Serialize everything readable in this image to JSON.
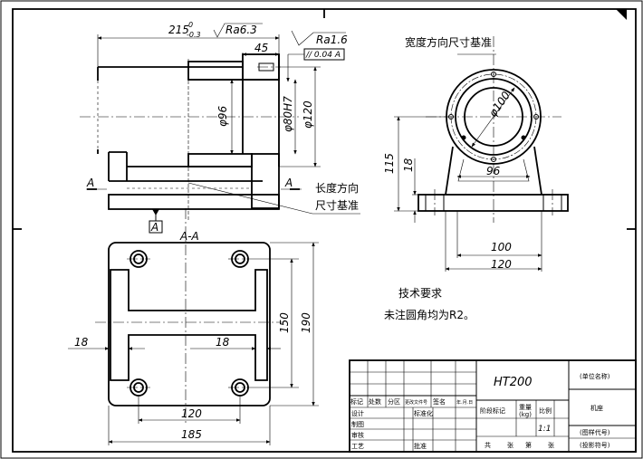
{
  "dimensions": {
    "overall_length": "215",
    "overall_length_tol_upper": "0",
    "overall_length_tol_lower": "-0.3",
    "roughness_top": "Ra6.3",
    "roughness_right": "Ra1.6",
    "flatness_frame": "// 0.04 A",
    "top_offset": "45",
    "bore_96": "φ96",
    "bore_80": "φ80H7",
    "outer_120": "φ120",
    "side_100": "φ100",
    "side_96": "96",
    "side_115": "115",
    "side_18": "18",
    "side_100_w": "100",
    "side_120_w": "120",
    "plan_150": "150",
    "plan_190": "190",
    "plan_18_left": "18",
    "plan_18_mid": "18",
    "plan_120": "120",
    "plan_185": "185"
  },
  "labels": {
    "section_a_left": "A",
    "section_a_right": "A",
    "datum_a": "A",
    "section_name": "A-A",
    "width_datum": "宽度方向尺寸基准",
    "length_datum_1": "长度方向",
    "length_datum_2": "尺寸基准"
  },
  "notes": {
    "title": "技术要求",
    "line1": "未注圆角均为R2。"
  },
  "title_block": {
    "material": "HT200",
    "unit_name": "(单位名称)",
    "part_name": "机座",
    "drawing_no": "(图样代号)",
    "projection": "(投影符号)",
    "mark": "标记",
    "count": "处数",
    "zone": "分区",
    "change_doc": "更改文件号",
    "sign": "签名",
    "date": "年.月.日",
    "design": "设计",
    "standardize": "标准化",
    "drafting": "制图",
    "review": "审核",
    "process": "工艺",
    "approve": "批准",
    "stage_mark": "阶段标记",
    "weight": "重量",
    "weight_unit": "(kg)",
    "scale": "比例",
    "scale_value": "1:1",
    "total": "共",
    "sheets": "张",
    "sheet_no": "第",
    "sheet_unit": "张"
  }
}
